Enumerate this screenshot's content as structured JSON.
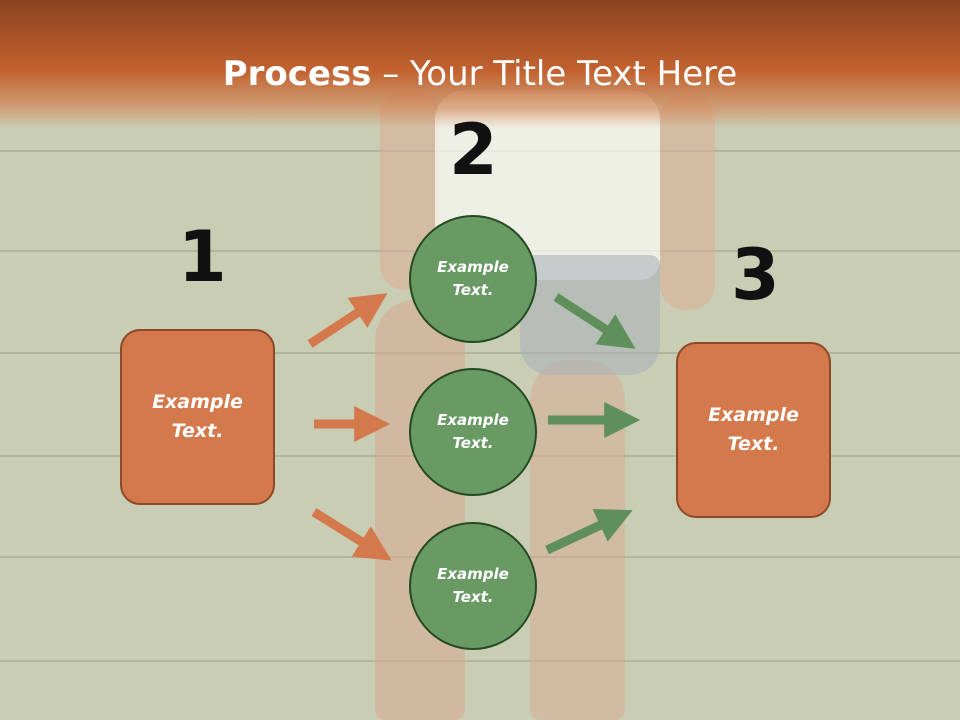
{
  "title": {
    "bold": "Process",
    "rest": " – Your Title Text Here"
  },
  "steps": {
    "one": "1",
    "two": "2",
    "three": "3"
  },
  "left_box": "Example\nText.",
  "circles": [
    "Example\nText.",
    "Example\nText.",
    "Example\nText."
  ],
  "right_box": "Example\nText.",
  "colors": {
    "header": "#c2612f",
    "box_fill": "#d4794c",
    "box_border": "#8c4a2a",
    "circle_fill": "#6a9a64",
    "circle_border": "#234a22",
    "orange_arrow": "#d4794c",
    "green_arrow": "#5f8f5a"
  }
}
